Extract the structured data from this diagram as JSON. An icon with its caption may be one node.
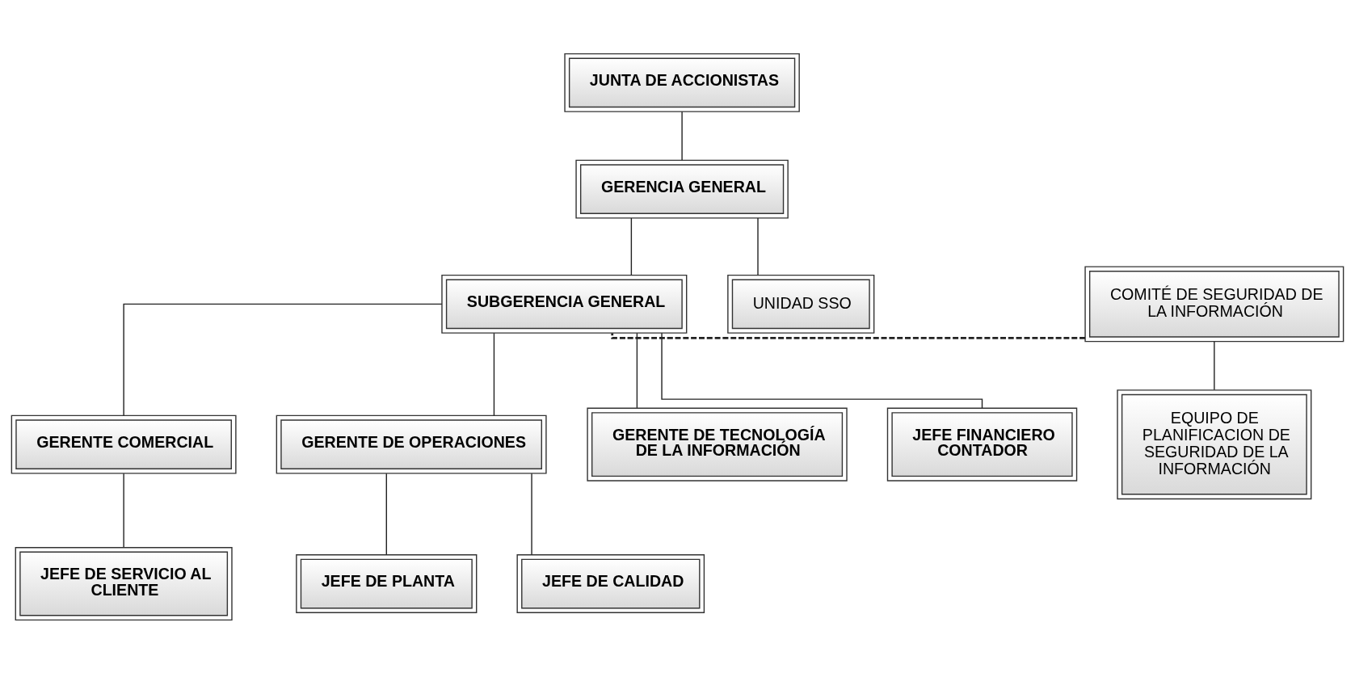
{
  "diagram": {
    "nodes": [
      {
        "text": [
          "JUNTA DE ACCIONISTAS"
        ]
      },
      {
        "text": [
          "GERENCIA GENERAL"
        ]
      },
      {
        "text": [
          "SUBGERENCIA GENERAL"
        ]
      },
      {
        "text": [
          "UNIDAD SSO"
        ]
      },
      {
        "text": [
          "COMITÉ DE SEGURIDAD DE LA INFORMACIÓN"
        ]
      },
      {
        "text": [
          "EQUIPO DE PLANIFICACION DE SEGURIDAD DE LA INFORMACIÓN"
        ]
      },
      {
        "text": [
          "GERENTE COMERCIAL"
        ]
      },
      {
        "text": [
          "GERENTE DE OPERACIONES"
        ]
      },
      {
        "text": [
          "GERENTE DE TECNOLOGÍA DE LA INFORMACIÓN"
        ]
      },
      {
        "text": [
          "JEFE FINANCIERO CONTADOR"
        ]
      },
      {
        "text": [
          "JEFE DE SERVICIO AL CLIENTE"
        ]
      },
      {
        "text": [
          "JEFE DE PLANTA"
        ]
      },
      {
        "text": [
          "JEFE DE CALIDAD"
        ]
      }
    ],
    "edges": [
      {
        "from": 0,
        "to": 1,
        "arrow": "none"
      },
      {
        "from": 1,
        "to": 2,
        "arrow": "none"
      },
      {
        "from": 1,
        "to": 3,
        "arrow": "none"
      },
      {
        "from": 4,
        "to": 2,
        "arrow": "none",
        "style": "dashed"
      },
      {
        "from": 4,
        "to": 5,
        "arrow": "none"
      },
      {
        "from": 2,
        "to": 9,
        "arrow": "none"
      },
      {
        "from": 2,
        "to": 6,
        "arrow": "none"
      },
      {
        "from": 2,
        "to": 7,
        "arrow": "none"
      },
      {
        "from": 2,
        "to": 8,
        "arrow": "none"
      },
      {
        "from": 6,
        "to": 10,
        "arrow": "none"
      },
      {
        "from": 7,
        "to": 11,
        "arrow": "none"
      },
      {
        "from": 7,
        "to": 12,
        "arrow": "none"
      }
    ]
  }
}
